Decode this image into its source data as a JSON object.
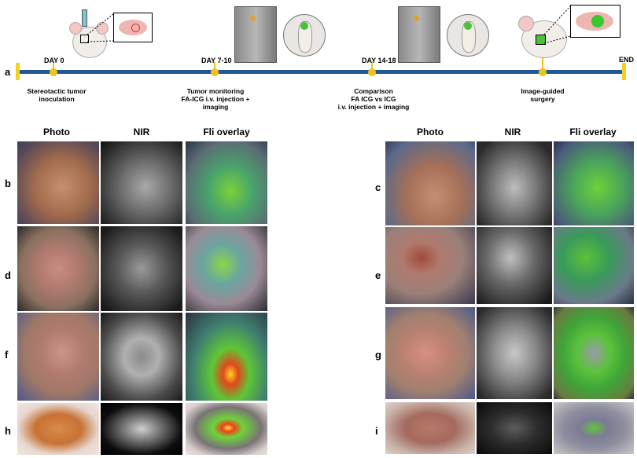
{
  "panel_letters": {
    "a": "a",
    "b": "b",
    "c": "c",
    "d": "d",
    "e": "e",
    "f": "f",
    "g": "g",
    "h": "h",
    "i": "i"
  },
  "timeline": {
    "end_label": "END",
    "milestones": [
      {
        "day": "DAY 0",
        "line1": "Stereotactic tumor",
        "line2": "inoculation",
        "line3": ""
      },
      {
        "day": "DAY 7-10",
        "line1": "Tumor monitoring",
        "line2": "FA-ICG i.v. injection +",
        "line3": "imaging"
      },
      {
        "day": "DAY 14-18",
        "line1": "Comparison",
        "line2": "FA ICG vs ICG",
        "line3": "i.v. injection + imaging"
      },
      {
        "day": "",
        "line1": "Image-guided",
        "line2": "surgery",
        "line3": ""
      }
    ]
  },
  "columns": {
    "left": [
      "Photo",
      "NIR",
      "Fli overlay"
    ],
    "right": [
      "Photo",
      "NIR",
      "Fli overlay"
    ]
  },
  "colors": {
    "timeline_bar": "#1f5a96",
    "marker": "#f2c21b",
    "fluorescence": "#49c23a"
  }
}
